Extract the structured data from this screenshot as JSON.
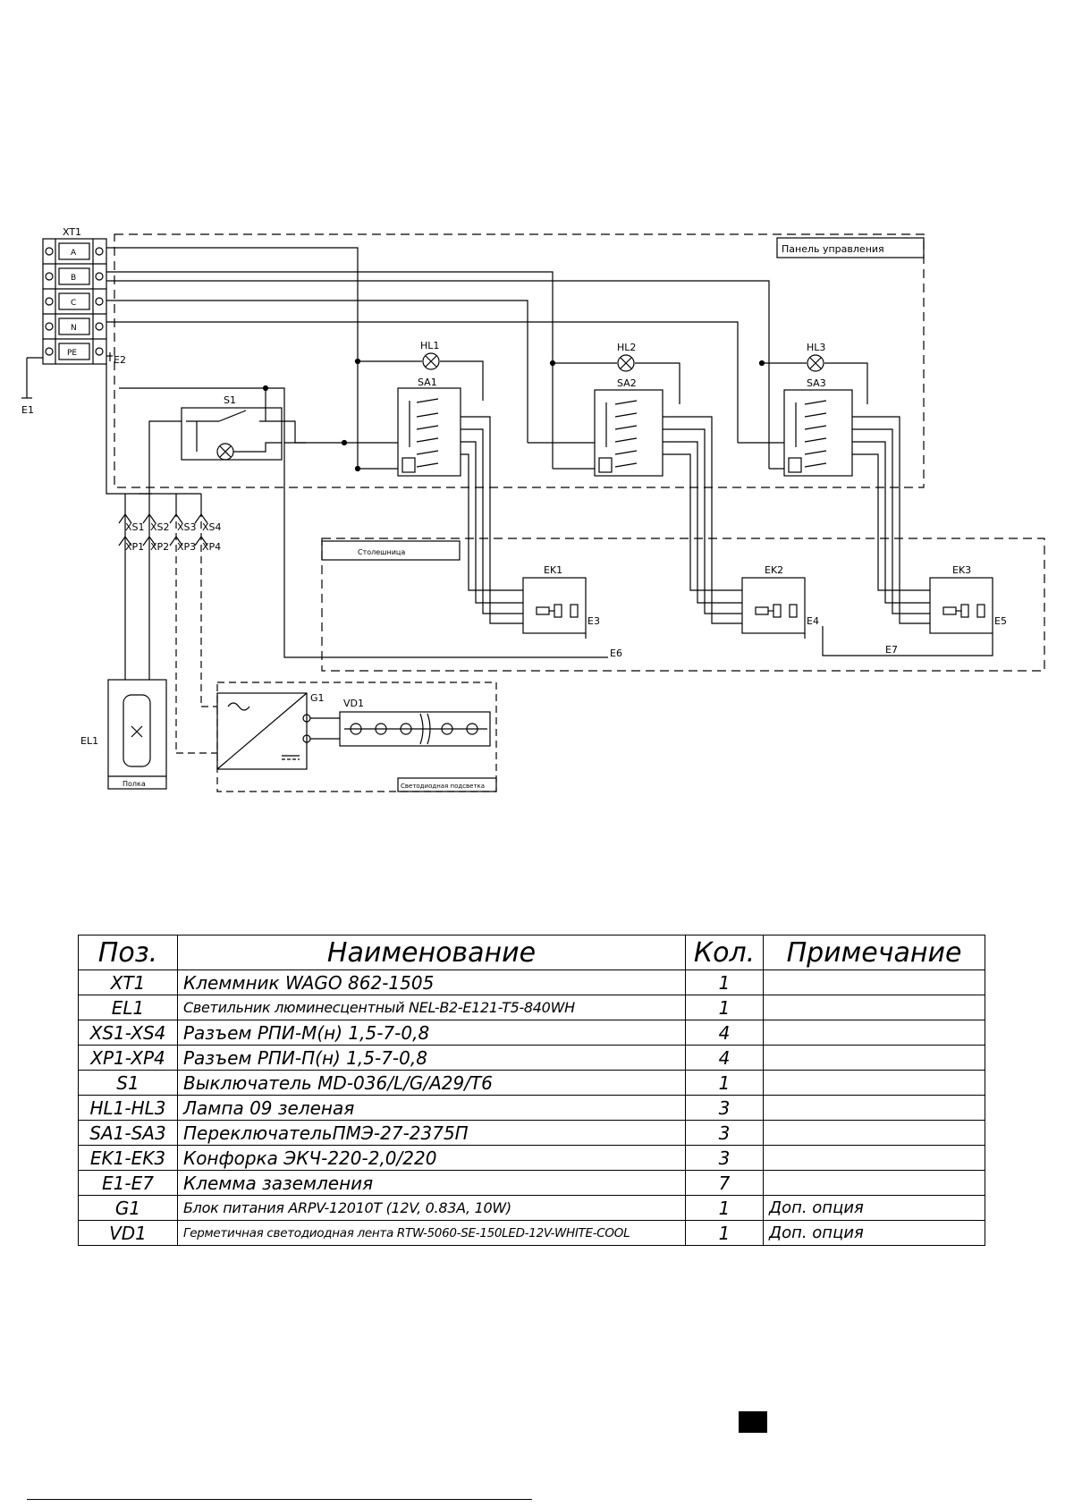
{
  "schematic": {
    "labels": {
      "xt1": "XT1",
      "term_a": "A",
      "term_b": "B",
      "term_c": "C",
      "term_n": "N",
      "term_pe": "PE",
      "e1": "E1",
      "e2": "E2",
      "e3": "E3",
      "e4": "E4",
      "e5": "E5",
      "e6": "E6",
      "e7": "E7",
      "hl1": "HL1",
      "hl2": "HL2",
      "hl3": "HL3",
      "sa1": "SA1",
      "sa2": "SA2",
      "sa3": "SA3",
      "s1": "S1",
      "ek1": "EK1",
      "ek2": "EK2",
      "ek3": "EK3",
      "el1": "EL1",
      "g1": "G1",
      "vd1": "VD1",
      "xs1": "XS1",
      "xs2": "XS2",
      "xs3": "XS3",
      "xs4": "XS4",
      "xp1": "XP1",
      "xp2": "XP2",
      "xp3": "XP3",
      "xp4": "XP4",
      "control_panel": "Панель управления",
      "countertop": "Столешница",
      "shelf": "Полка",
      "led_backlight": "Светодиодная подсветка"
    }
  },
  "bom": {
    "headers": [
      "Поз.",
      "Наименование",
      "Кол.",
      "Примечание"
    ],
    "rows": [
      {
        "pos": "XT1",
        "name": "Клеммник WAGO  862-1505",
        "qty": "1",
        "note": ""
      },
      {
        "pos": "EL1",
        "name": "Светильник люминесцентный NEL-B2-E121-T5-840WH",
        "qty": "1",
        "note": ""
      },
      {
        "pos": "XS1-XS4",
        "name": "Разъем РПИ-М(н) 1,5-7-0,8",
        "qty": "4",
        "note": ""
      },
      {
        "pos": "XP1-XP4",
        "name": "Разъем РПИ-П(н) 1,5-7-0,8",
        "qty": "4",
        "note": ""
      },
      {
        "pos": "S1",
        "name": "Выключатель MD-036/L/G/A29/T6",
        "qty": "1",
        "note": ""
      },
      {
        "pos": "HL1-HL3",
        "name": "Лампа 09 зеленая",
        "qty": "3",
        "note": ""
      },
      {
        "pos": "SA1-SA3",
        "name": "ПереключательПМЭ-27-2375П",
        "qty": "3",
        "note": ""
      },
      {
        "pos": "EK1-EK3",
        "name": "Конфорка ЭКЧ-220-2,0/220",
        "qty": "3",
        "note": ""
      },
      {
        "pos": "E1-E7",
        "name": "Клемма заземления",
        "qty": "7",
        "note": ""
      },
      {
        "pos": "G1",
        "name": "Блок питания ARPV-12010T (12V, 0.83A, 10W)",
        "qty": "1",
        "note": "Доп. опция"
      },
      {
        "pos": "VD1",
        "name": "Герметичная светодиодная лента RTW-5060-SE-150LED-12V-WHITE-COOL",
        "qty": "1",
        "note": "Доп. опция"
      }
    ]
  }
}
